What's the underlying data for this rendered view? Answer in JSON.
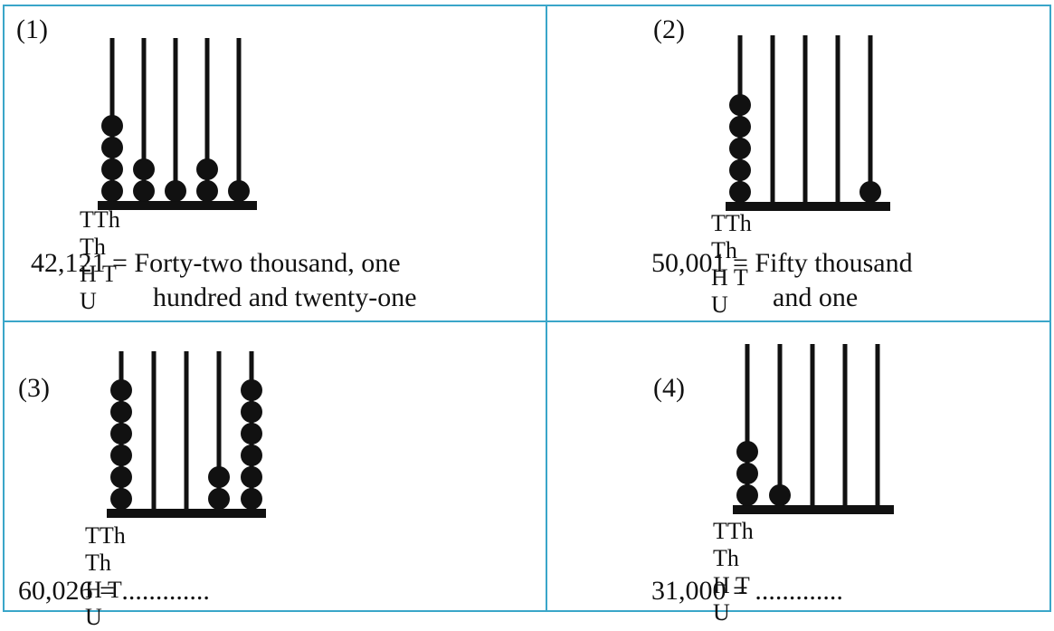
{
  "colors": {
    "grid_line": "#3aa6c9",
    "ink": "#111111",
    "background": "#ffffff"
  },
  "column_labels": [
    "TTh",
    "Th",
    "H",
    "T",
    "U"
  ],
  "panels": [
    {
      "number": "(1)",
      "value": "42,121",
      "beads": [
        4,
        2,
        1,
        2,
        1
      ],
      "caption_line1": "42,121 = Forty-two thousand, one",
      "caption_line2": "hundred and twenty-one"
    },
    {
      "number": "(2)",
      "value": "50,001",
      "beads": [
        5,
        0,
        0,
        0,
        1
      ],
      "caption_line1": "50,001 = Fifty thousand",
      "caption_line2": "and one"
    },
    {
      "number": "(3)",
      "value": "60,026",
      "beads": [
        6,
        0,
        0,
        2,
        6
      ],
      "caption_line1": "60,026 = .............",
      "caption_line2": ""
    },
    {
      "number": "(4)",
      "value": "31,000",
      "beads": [
        3,
        1,
        0,
        0,
        0
      ],
      "caption_line1": "31,000 = .............",
      "caption_line2": ""
    }
  ]
}
